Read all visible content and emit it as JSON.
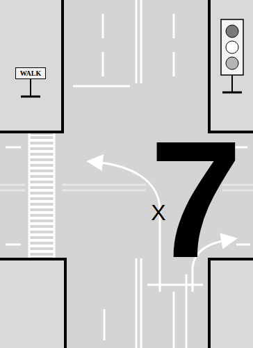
{
  "diagram": {
    "nodes": [
      {
        "text": [
          "WALK"
        ]
      }
    ],
    "labels": [
      "7",
      "X"
    ]
  }
}
